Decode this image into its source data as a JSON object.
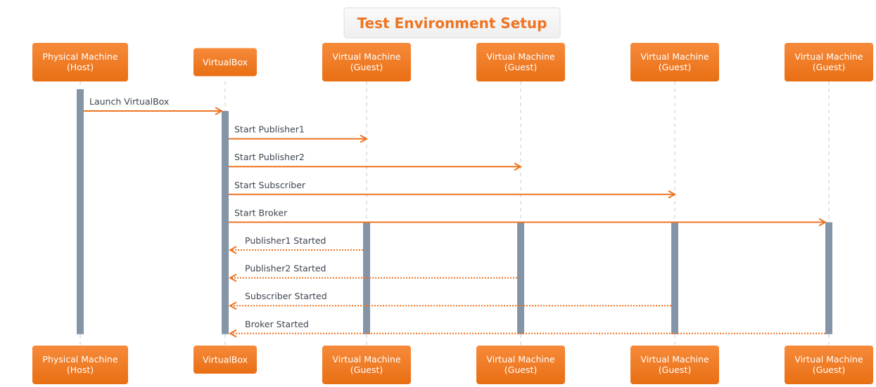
{
  "title": "Test Environment Setup",
  "colors": {
    "accent": "#ee7421",
    "participant_top": "#f68a3a",
    "participant_bottom": "#e96f14",
    "activation": "#8595a8",
    "lifeline": "#c8c8c8",
    "text": "#3e4651",
    "title_box_fill": "#f3f3f3",
    "title_box_border": "#dcdcdc"
  },
  "participants": [
    {
      "id": "host",
      "line1": "Physical Machine",
      "line2": "(Host)"
    },
    {
      "id": "vbox",
      "line1": "VirtualBox",
      "line2": ""
    },
    {
      "id": "vm1",
      "line1": "Virtual Machine",
      "line2": "(Guest)"
    },
    {
      "id": "vm2",
      "line1": "Virtual Machine",
      "line2": "(Guest)"
    },
    {
      "id": "vm3",
      "line1": "Virtual Machine",
      "line2": "(Guest)"
    },
    {
      "id": "vm4",
      "line1": "Virtual Machine",
      "line2": "(Guest)"
    }
  ],
  "messages": [
    {
      "from": 0,
      "to": 1,
      "label": "Launch VirtualBox",
      "style": "solid"
    },
    {
      "from": 1,
      "to": 2,
      "label": "Start Publisher1",
      "style": "solid"
    },
    {
      "from": 1,
      "to": 3,
      "label": "Start Publisher2",
      "style": "solid"
    },
    {
      "from": 1,
      "to": 4,
      "label": "Start Subscriber",
      "style": "solid"
    },
    {
      "from": 1,
      "to": 5,
      "label": "Start Broker",
      "style": "solid"
    },
    {
      "from": 2,
      "to": 1,
      "label": "Publisher1 Started",
      "style": "dashed"
    },
    {
      "from": 3,
      "to": 1,
      "label": "Publisher2 Started",
      "style": "dashed"
    },
    {
      "from": 4,
      "to": 1,
      "label": "Subscriber Started",
      "style": "dashed"
    },
    {
      "from": 5,
      "to": 1,
      "label": "Broker Started",
      "style": "dashed"
    }
  ],
  "activations": [
    {
      "participant": 0,
      "from_msg": 0,
      "to_msg": 8
    },
    {
      "participant": 1,
      "from_msg": 0,
      "to_msg": 8
    },
    {
      "participant": 2,
      "from_msg": 4,
      "to_msg": 8
    },
    {
      "participant": 3,
      "from_msg": 4,
      "to_msg": 8
    },
    {
      "participant": 4,
      "from_msg": 4,
      "to_msg": 8
    },
    {
      "participant": 5,
      "from_msg": 4,
      "to_msg": 8
    }
  ]
}
